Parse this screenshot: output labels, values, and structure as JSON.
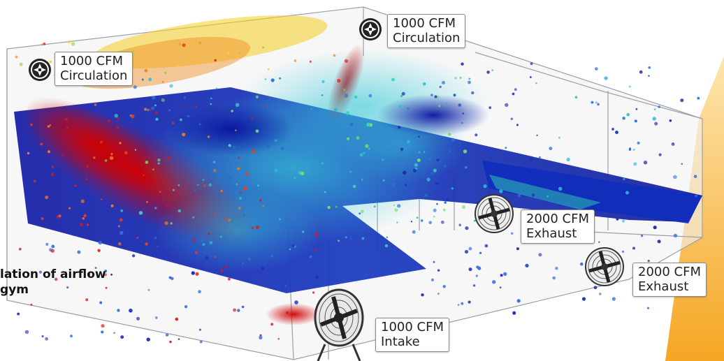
{
  "caption": {
    "line1": "lation of airflow",
    "line2": "gym"
  },
  "labels": [
    {
      "id": "circ-left",
      "line1": "1000 CFM",
      "line2": "Circulation",
      "icon": "fan-icon"
    },
    {
      "id": "circ-top",
      "line1": "1000 CFM",
      "line2": "Circulation",
      "icon": "fan-icon"
    },
    {
      "id": "exhaust-1",
      "line1": "2000 CFM",
      "line2": "Exhaust",
      "icon": "exhaust-fan-icon"
    },
    {
      "id": "exhaust-2",
      "line1": "2000 CFM",
      "line2": "Exhaust",
      "icon": "exhaust-fan-icon"
    },
    {
      "id": "intake",
      "line1": "1000 CFM",
      "line2": "Intake",
      "icon": "intake-fan-icon"
    }
  ],
  "colors": {
    "accent_orange": "#f5a623",
    "velocity_high": "#d7191c",
    "velocity_mid": "#2fb8d8",
    "velocity_low": "#1f2fb5"
  }
}
